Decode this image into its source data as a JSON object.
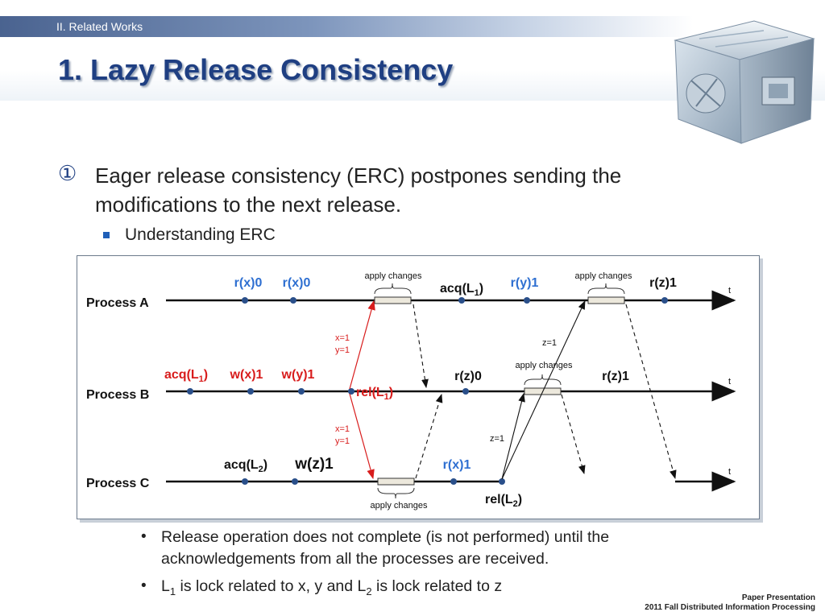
{
  "header": {
    "section": "II. Related Works",
    "title": "1. Lazy Release Consistency"
  },
  "main": {
    "bullet_marker": "①",
    "bullet_text": "Eager release consistency (ERC) postpones sending the modifications to the next release.",
    "sub_bullet": "Understanding ERC"
  },
  "diagram": {
    "processes": [
      "Process A",
      "Process B",
      "Process C"
    ],
    "time_label": "t",
    "a": {
      "r1": "r(x)0",
      "r2": "r(x)0",
      "apply1": "apply changes",
      "acq": "acq(L",
      "acq_sub": "1",
      "acq_end": ")",
      "ry": "r(y)1",
      "apply2": "apply changes",
      "rz": "r(z)1"
    },
    "b": {
      "acq": "acq(L",
      "acq_sub": "1",
      "acq_end": ")",
      "wx": "w(x)1",
      "wy": "w(y)1",
      "rel": "rel(L",
      "rel_sub": "1",
      "rel_end": ")",
      "rz0": "r(z)0",
      "apply": "apply changes",
      "rz1": "r(z)1"
    },
    "c": {
      "acq": "acq(L",
      "acq_sub": "2",
      "acq_end": ")",
      "wz": "w(z)1",
      "apply": "apply changes",
      "rx": "r(x)1",
      "rel": "rel(L",
      "rel_sub": "2",
      "rel_end": ")"
    },
    "msgs": {
      "x1": "x=1",
      "y1": "y=1",
      "x1b": "x=1",
      "y1b": "y=1",
      "z1a": "z=1",
      "z1b": "z=1"
    },
    "colors": {
      "blue": "#2e6fd1",
      "red": "#d81c1c",
      "dot": "#2a4f8a"
    }
  },
  "bullets": [
    {
      "line1": "Release operation does not complete (is not performed) until the",
      "line2": "acknowledgements from all the processes are received."
    },
    {
      "p1": "L",
      "s1": "1",
      "p2": " is lock related to x, y and L",
      "s2": "2",
      "p3": " is lock related to z"
    }
  ],
  "footer": {
    "line1": "Paper Presentation",
    "line2": "2011 Fall Distributed Information Processing"
  }
}
